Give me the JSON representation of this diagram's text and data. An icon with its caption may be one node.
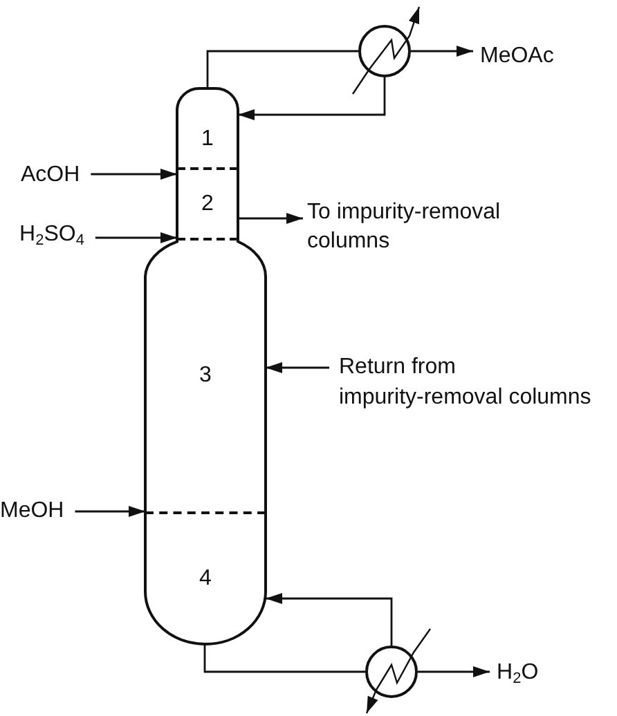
{
  "diagram": {
    "nodes": [
      {
        "text": [],
        "shape": "circle"
      },
      {
        "text": [
          "MeOAc"
        ]
      },
      {
        "text": [],
        "shape": "cylinder"
      },
      {
        "text": [
          "1"
        ],
        "in": 2
      },
      {
        "text": [
          "AcOH"
        ]
      },
      {
        "text": [
          "2"
        ],
        "in": 2
      },
      {
        "text": [
          "H$_{2}$SO$_{4}$"
        ]
      },
      {
        "text": [
          "To impurity-removal columns"
        ]
      },
      {
        "text": [
          "3"
        ],
        "in": 2
      },
      {
        "text": [
          "Return from impurity-removal columns"
        ]
      },
      {
        "text": [
          "MeOH"
        ]
      },
      {
        "text": [
          "4"
        ],
        "in": 2
      },
      {
        "text": [],
        "shape": "circle"
      },
      {
        "text": [
          "H$_{2}$O"
        ]
      }
    ],
    "edges": [
      {
        "from": 3,
        "to": 0,
        "arrow": "none"
      },
      {
        "from": 0,
        "to": 1,
        "arrow": "to"
      },
      {
        "from": 0,
        "to": 3,
        "arrow": "to"
      },
      {
        "from": 4,
        "to": 5,
        "arrow": "to"
      },
      {
        "from": 6,
        "to": 5,
        "arrow": "to"
      },
      {
        "from": 5,
        "to": 7,
        "arrow": "to"
      },
      {
        "from": 9,
        "to": 8,
        "arrow": "to"
      },
      {
        "from": 10,
        "to": 8,
        "arrow": "to"
      },
      {
        "from": 11,
        "to": 12,
        "arrow": "none"
      },
      {
        "from": 12,
        "to": 11,
        "arrow": "to"
      },
      {
        "from": 12,
        "to": 13,
        "arrow": "to"
      }
    ]
  }
}
